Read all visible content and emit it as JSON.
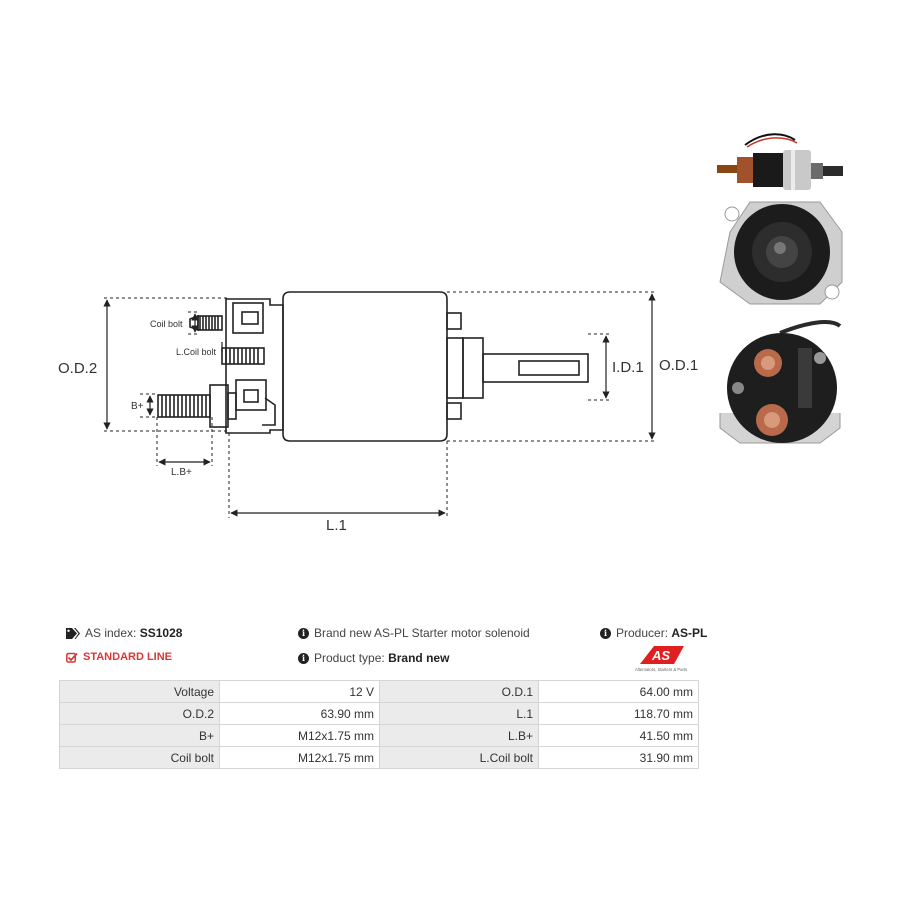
{
  "diagram": {
    "labels": {
      "od2": "O.D.2",
      "od1": "O.D.1",
      "id1": "I.D.1",
      "l1": "L.1",
      "lb": "L.B+",
      "bplus": "B+",
      "coil_bolt": "Coil bolt",
      "lcoil_bolt": "L.Coil bolt"
    }
  },
  "photos": {
    "top": "solenoid-side-photo",
    "middle": "solenoid-flange-photo",
    "bottom": "solenoid-terminals-photo"
  },
  "info": {
    "as_index_label": "AS index:",
    "as_index_value": "SS1028",
    "standard_line": "STANDARD LINE",
    "description": "Brand new AS-PL Starter motor solenoid",
    "product_type_label": "Product type:",
    "product_type_value": "Brand new",
    "producer_label": "Producer:",
    "producer_value": "AS-PL",
    "logo_text": "AS",
    "logo_tagline": "Alternators, Starters & Parts"
  },
  "specs": [
    {
      "k1": "Voltage",
      "v1": "12 V",
      "k2": "O.D.1",
      "v2": "64.00 mm"
    },
    {
      "k1": "O.D.2",
      "v1": "63.90 mm",
      "k2": "L.1",
      "v2": "118.70 mm"
    },
    {
      "k1": "B+",
      "v1": "M12x1.75 mm",
      "k2": "L.B+",
      "v2": "41.50 mm"
    },
    {
      "k1": "Coil bolt",
      "v1": "M12x1.75 mm",
      "k2": "L.Coil bolt",
      "v2": "31.90 mm"
    }
  ],
  "colors": {
    "standard_line": "#d93636",
    "table_key_bg": "#ebebeb",
    "logo_red": "#e02020"
  }
}
